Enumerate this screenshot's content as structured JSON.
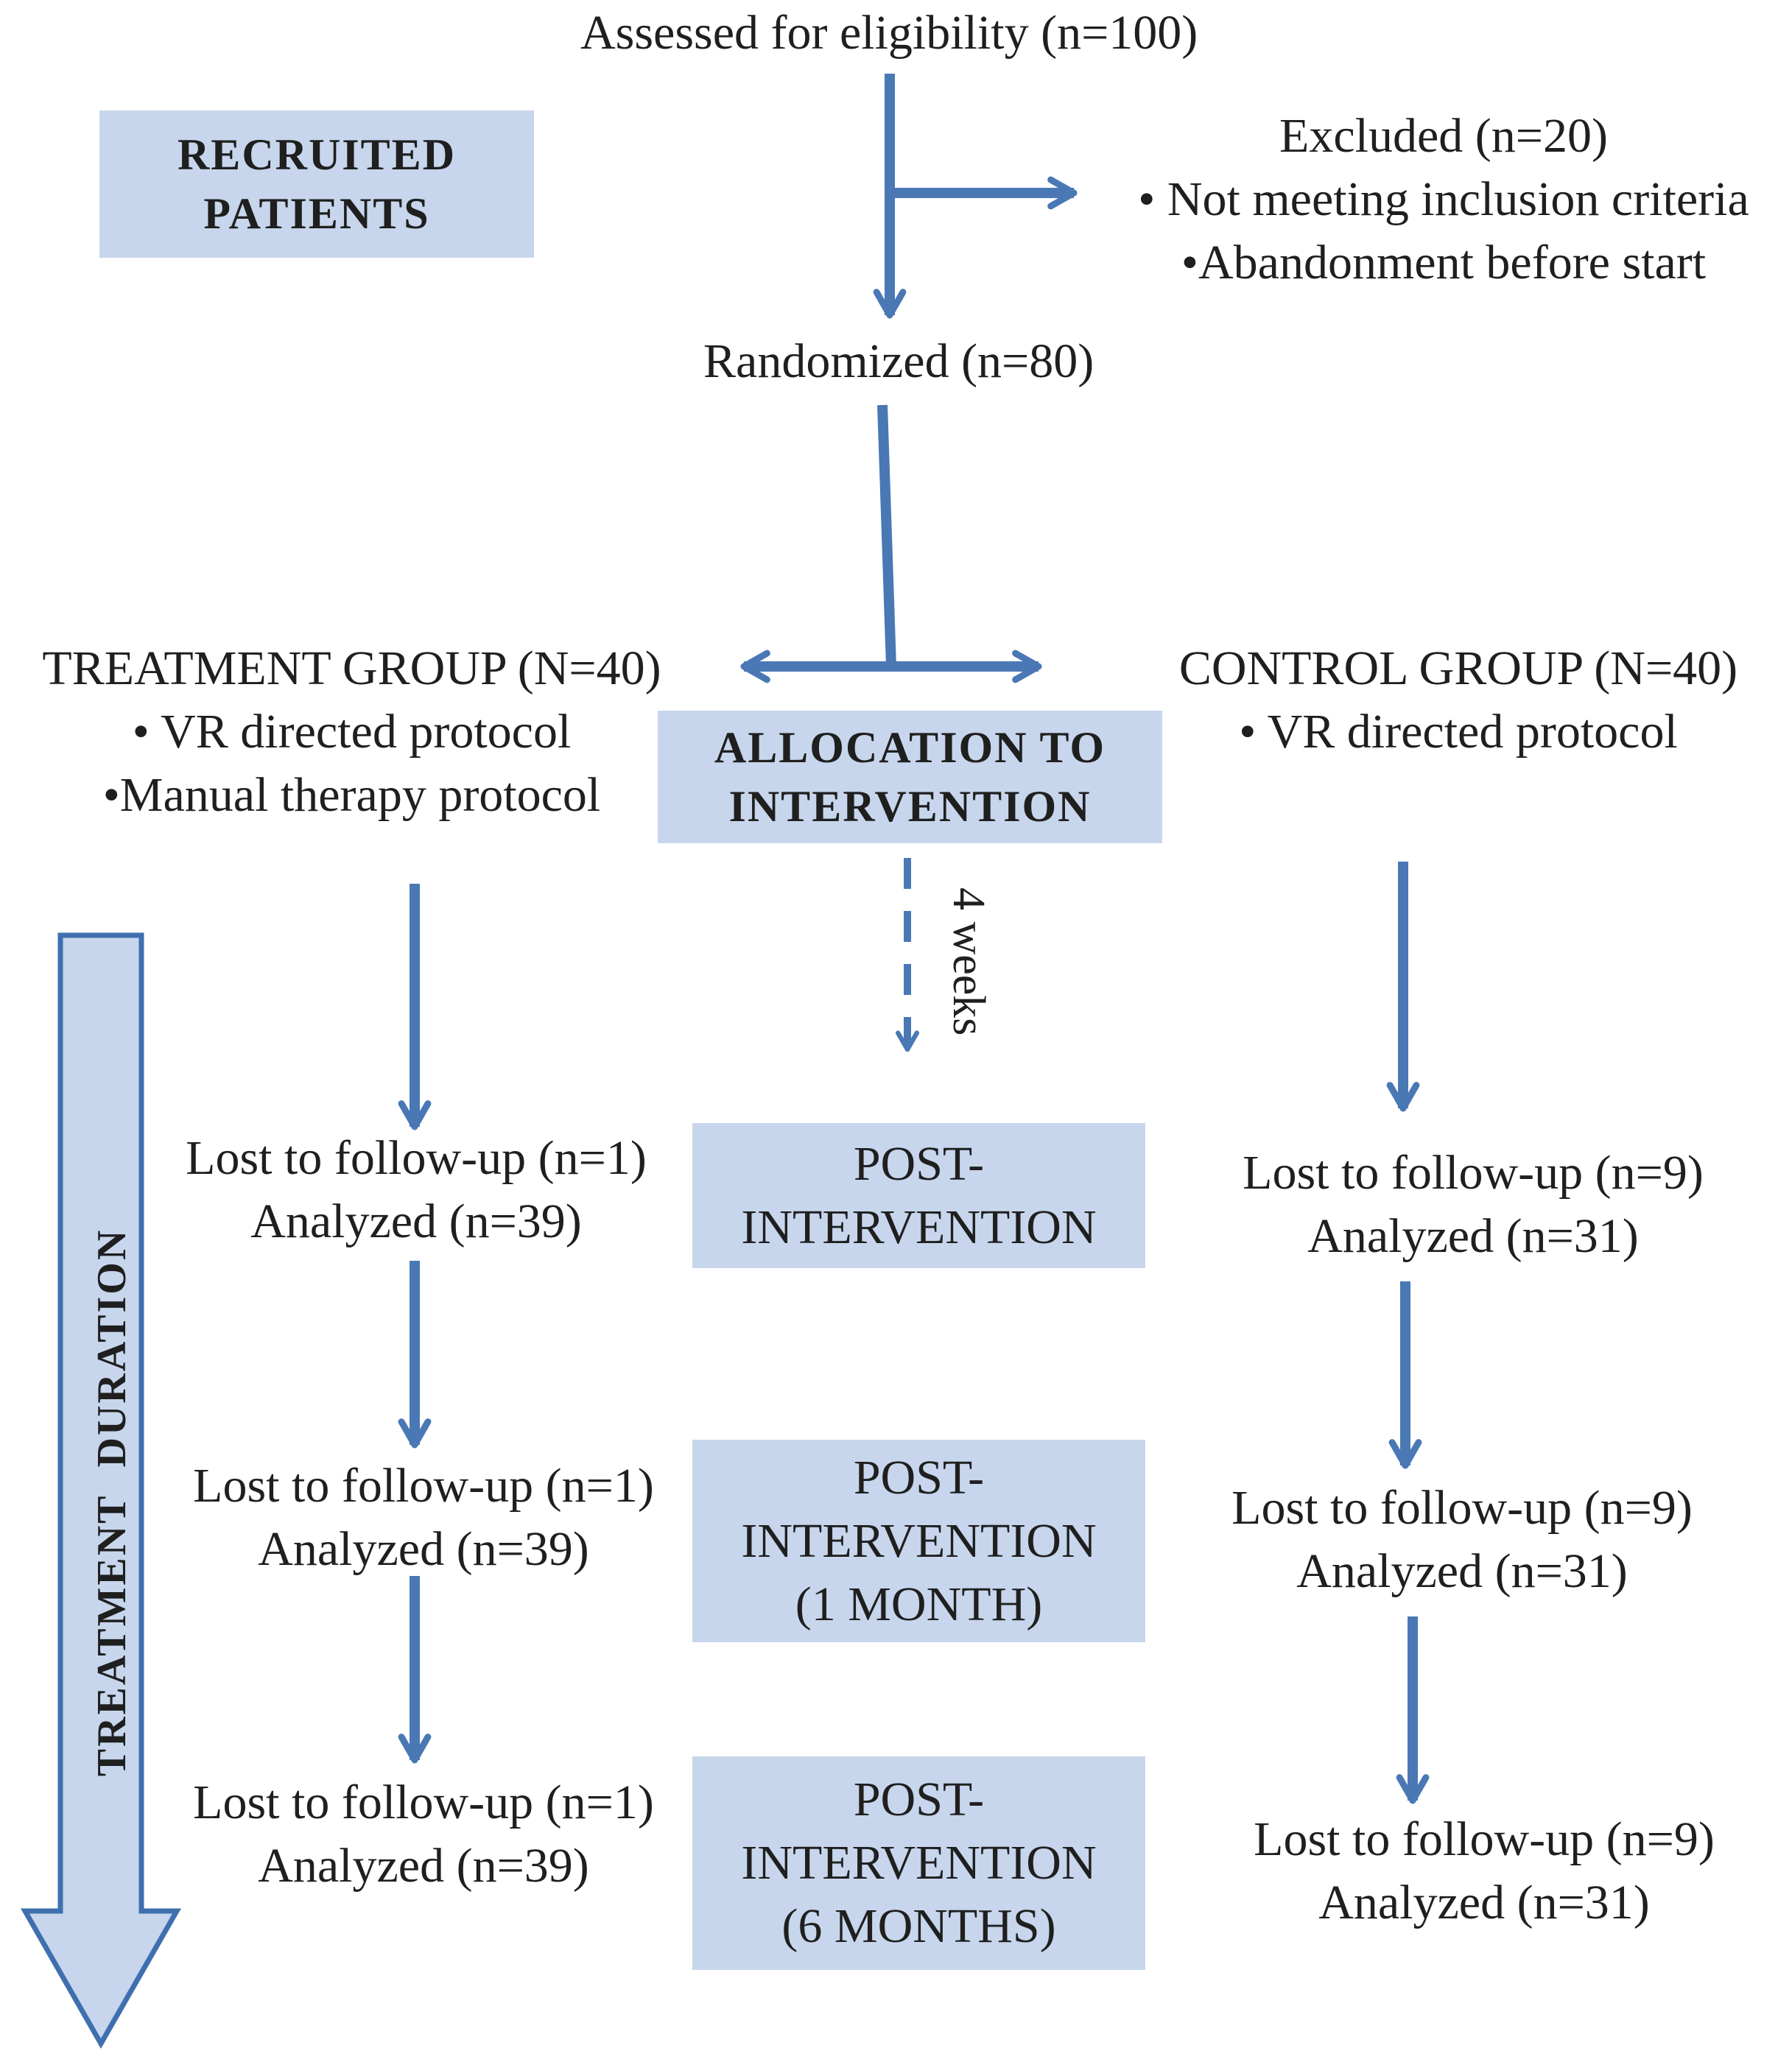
{
  "colors": {
    "arrow": "#4a78b5",
    "box_fill": "#c7d6ec",
    "text": "#1f1f1f"
  },
  "screening": {
    "assessed": "Assessed for eligibility (n=100)",
    "recruited_label_line1": "RECRUITED",
    "recruited_label_line2": "PATIENTS",
    "excluded_title": "Excluded (n=20)",
    "excluded_reason_1": "• Not meeting inclusion criteria",
    "excluded_reason_2": "•Abandonment before start",
    "randomized": "Randomized (n=80)"
  },
  "allocation": {
    "label_line1": "ALLOCATION TO",
    "label_line2": "INTERVENTION",
    "treatment_title": "TREATMENT GROUP (N=40)",
    "treatment_item_1": "• VR directed protocol",
    "treatment_item_2": "•Manual therapy protocol",
    "control_title": "CONTROL GROUP (N=40)",
    "control_item_1": "• VR directed protocol",
    "duration_note": "4 weeks"
  },
  "timeline_label": "TREATMENT DURATION",
  "stages": [
    {
      "label_lines": [
        "POST-",
        "INTERVENTION"
      ],
      "treatment_lost": "Lost to follow-up (n=1)",
      "treatment_analyzed": "Analyzed (n=39)",
      "control_lost": "Lost to follow-up (n=9)",
      "control_analyzed": "Analyzed (n=31)"
    },
    {
      "label_lines": [
        "POST-",
        "INTERVENTION",
        "(1 MONTH)"
      ],
      "treatment_lost": "Lost to follow-up (n=1)",
      "treatment_analyzed": "Analyzed (n=39)",
      "control_lost": "Lost to follow-up (n=9)",
      "control_analyzed": "Analyzed (n=31)"
    },
    {
      "label_lines": [
        "POST-",
        "INTERVENTION",
        "(6 MONTHS)"
      ],
      "treatment_lost": "Lost to follow-up (n=1)",
      "treatment_analyzed": "Analyzed (n=39)",
      "control_lost": "Lost to follow-up (n=9)",
      "control_analyzed": "Analyzed (n=31)"
    }
  ]
}
